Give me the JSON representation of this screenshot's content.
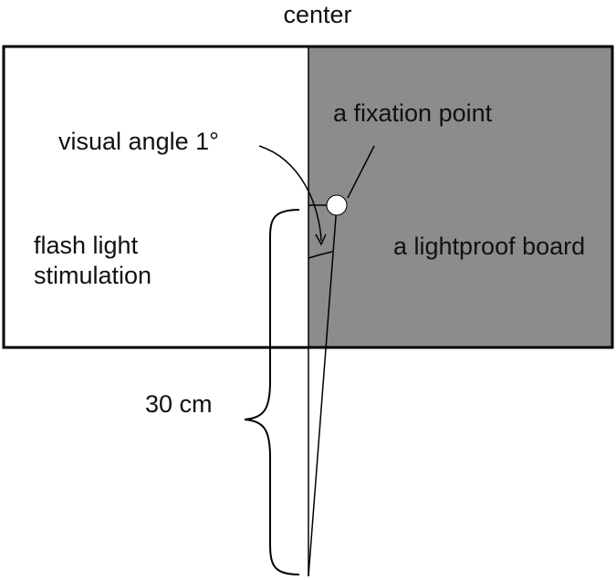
{
  "labels": {
    "center": "center",
    "fixation_point": "a fixation point",
    "visual_angle": "visual angle 1°",
    "flash_light_line1": "flash light",
    "flash_light_line2": "stimulation",
    "lightproof_board": "a lightproof board",
    "distance": "30 cm"
  },
  "colors": {
    "board_fill": "#8c8c8c",
    "outline": "#000000",
    "fixation_point": "#ffffff",
    "background": "#ffffff"
  }
}
